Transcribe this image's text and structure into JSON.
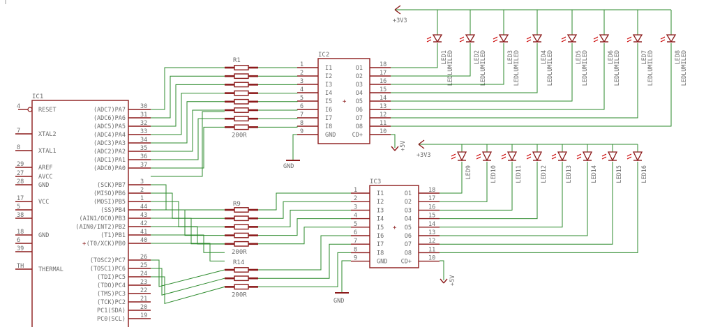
{
  "ic1": {
    "name": "IC1",
    "left_pins": [
      {
        "num": "4",
        "label": "RESET"
      },
      {
        "num": "7",
        "label": "XTAL2"
      },
      {
        "num": "8",
        "label": "XTAL1"
      },
      {
        "num": "29",
        "label": "AREF"
      },
      {
        "num": "27",
        "label": "AVCC"
      },
      {
        "num": "28",
        "label": "GND"
      },
      {
        "num": "17",
        "label": "VCC"
      },
      {
        "num": "5",
        "label": ""
      },
      {
        "num": "38",
        "label": ""
      },
      {
        "num": "18",
        "label": "GND"
      },
      {
        "num": "6",
        "label": ""
      },
      {
        "num": "39",
        "label": ""
      },
      {
        "num": "TH",
        "label": "THERMAL"
      }
    ],
    "right_pins": [
      {
        "num": "30",
        "label": "(ADC7)PA7"
      },
      {
        "num": "31",
        "label": "(ADC6)PA6"
      },
      {
        "num": "32",
        "label": "(ADC5)PA5"
      },
      {
        "num": "33",
        "label": "(ADC4)PA4"
      },
      {
        "num": "34",
        "label": "(ADC3)PA3"
      },
      {
        "num": "35",
        "label": "(ADC2)PA2"
      },
      {
        "num": "36",
        "label": "(ADC1)PA1"
      },
      {
        "num": "37",
        "label": "(ADC0)PA0"
      },
      {
        "num": "3",
        "label": "(SCK)PB7"
      },
      {
        "num": "2",
        "label": "(MISO)PB6"
      },
      {
        "num": "1",
        "label": "(MOSI)PB5"
      },
      {
        "num": "44",
        "label": "(SS)PB4"
      },
      {
        "num": "43",
        "label": "(AIN1/OC0)PB3"
      },
      {
        "num": "42",
        "label": "(AIN0/INT2)PB2"
      },
      {
        "num": "41",
        "label": "(T1)PB1"
      },
      {
        "num": "40",
        "label": "(T0/XCK)PB0"
      },
      {
        "num": "26",
        "label": "(TOSC2)PC7"
      },
      {
        "num": "25",
        "label": "(TOSC1)PC6"
      },
      {
        "num": "24",
        "label": "(TDI)PC5"
      },
      {
        "num": "23",
        "label": "(TDO)PC4"
      },
      {
        "num": "22",
        "label": "(TMS)PC3"
      },
      {
        "num": "21",
        "label": "(TCK)PC2"
      },
      {
        "num": "20",
        "label": "PC1(SDA)"
      },
      {
        "num": "19",
        "label": "PC0(SCL)"
      }
    ]
  },
  "resistor_arrays": [
    {
      "name": "R1",
      "value": "200R"
    },
    {
      "name": "R9",
      "value": "200R"
    },
    {
      "name": "R14",
      "value": "200R"
    }
  ],
  "drivers": [
    {
      "name": "IC2",
      "in_labels": [
        "I1",
        "I2",
        "I3",
        "I4",
        "I5",
        "I6",
        "I7",
        "I8",
        "GND"
      ],
      "out_labels": [
        "O1",
        "O2",
        "O3",
        "O4",
        "O5",
        "O6",
        "O7",
        "O8",
        "CD+"
      ],
      "left_nums": [
        "1",
        "2",
        "3",
        "4",
        "5",
        "6",
        "7",
        "8",
        "9"
      ],
      "right_nums": [
        "18",
        "17",
        "16",
        "15",
        "14",
        "13",
        "12",
        "11",
        "10"
      ]
    },
    {
      "name": "IC3",
      "in_labels": [
        "I1",
        "I2",
        "I3",
        "I4",
        "I5",
        "I6",
        "I7",
        "I8",
        "GND"
      ],
      "out_labels": [
        "O1",
        "O2",
        "O3",
        "O4",
        "O5",
        "O6",
        "O7",
        "O8",
        "CD+"
      ],
      "left_nums": [
        "1",
        "2",
        "3",
        "4",
        "5",
        "6",
        "7",
        "8",
        "9"
      ],
      "right_nums": [
        "18",
        "17",
        "16",
        "15",
        "14",
        "13",
        "12",
        "11",
        "10"
      ]
    }
  ],
  "led_bank_1": {
    "supply": "+3V3",
    "leds": [
      {
        "name": "LED1",
        "value": "LEDLUMILED"
      },
      {
        "name": "LED2",
        "value": "LEDLUMILED"
      },
      {
        "name": "LED3",
        "value": "LEDLUMILED"
      },
      {
        "name": "LED4",
        "value": "LEDLUMILED"
      },
      {
        "name": "LED5",
        "value": "LEDLUMILED"
      },
      {
        "name": "LED6",
        "value": "LEDLUMILED"
      },
      {
        "name": "LED7",
        "value": "LEDLUMILED"
      },
      {
        "name": "LED8",
        "value": "LEDLUMILED"
      }
    ]
  },
  "led_bank_2": {
    "supply": "+3V3",
    "leds": [
      {
        "name": "LED9"
      },
      {
        "name": "LED10"
      },
      {
        "name": "LED11"
      },
      {
        "name": "LED12"
      },
      {
        "name": "LED13"
      },
      {
        "name": "LED14"
      },
      {
        "name": "LED15"
      },
      {
        "name": "LED16"
      }
    ]
  },
  "power": {
    "gnd_label": "GND",
    "plus5_label": "+5V"
  },
  "colors": {
    "wire": "#2b8a2b",
    "symbol": "#8b1a1a",
    "text": "#6b6b6b",
    "led_ray": "#cc0000"
  }
}
